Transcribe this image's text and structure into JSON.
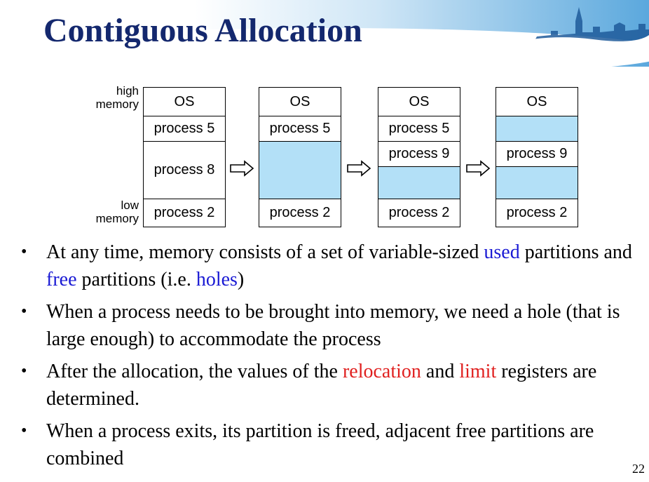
{
  "slide": {
    "title": "Contiguous Allocation",
    "page_number": "22"
  },
  "diagram": {
    "high_label": [
      "high",
      "memory"
    ],
    "low_label": [
      "low",
      "memory"
    ],
    "columns": [
      {
        "cells": [
          "OS",
          "process 5",
          "process 8",
          "process 2"
        ]
      },
      {
        "cells": [
          "OS",
          "process 5",
          "",
          "process 2"
        ]
      },
      {
        "cells": [
          "OS",
          "process 5",
          "process 9",
          "",
          "process 2"
        ]
      },
      {
        "cells": [
          "OS",
          "",
          "process 9",
          "",
          "process 2"
        ]
      }
    ]
  },
  "bullets": [
    {
      "parts": [
        {
          "text": "At any time, memory consists of a set of variable-sized ",
          "color": "black"
        },
        {
          "text": "used",
          "color": "blue"
        },
        {
          "text": " partitions and ",
          "color": "black"
        },
        {
          "text": "free",
          "color": "blue"
        },
        {
          "text": " partitions (i.e. ",
          "color": "black"
        },
        {
          "text": "holes",
          "color": "blue"
        },
        {
          "text": ")",
          "color": "black"
        }
      ]
    },
    {
      "parts": [
        {
          "text": "When a process needs to be brought into memory, we need a hole (that is large enough) to accommodate the process",
          "color": "black"
        }
      ]
    },
    {
      "parts": [
        {
          "text": "After the allocation, the values of the ",
          "color": "black"
        },
        {
          "text": "relocation",
          "color": "red"
        },
        {
          "text": " and ",
          "color": "black"
        },
        {
          "text": "limit",
          "color": "red"
        },
        {
          "text": " registers are determined.",
          "color": "black"
        }
      ]
    },
    {
      "parts": [
        {
          "text": "When a process exits, its partition is freed, adjacent free partitions are combined",
          "color": "black"
        }
      ]
    }
  ],
  "colors": {
    "title": "#14286e",
    "hole": "#b3e0f7",
    "blue_text": "#1a1ad4",
    "red_text": "#e0201f"
  }
}
